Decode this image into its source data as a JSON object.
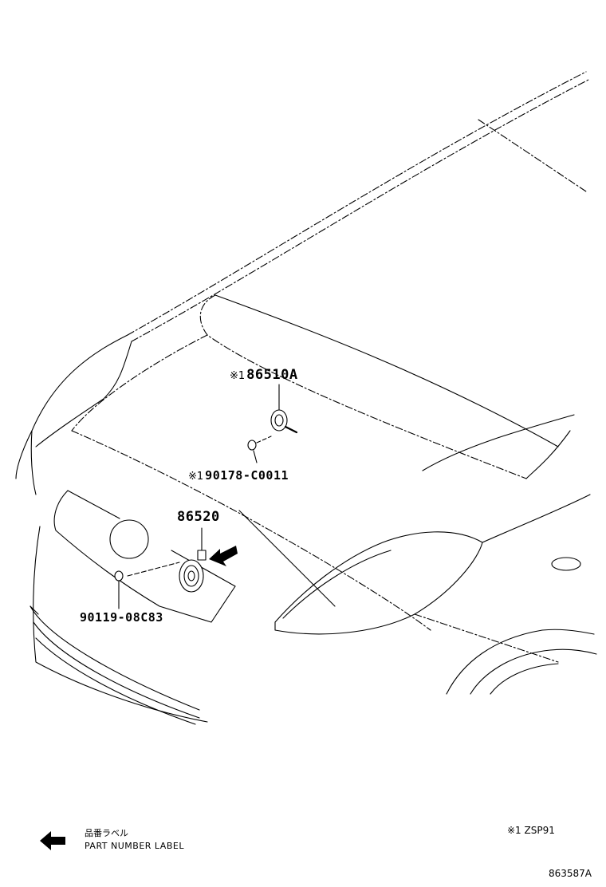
{
  "callouts": {
    "horn_high": {
      "mark": "※1",
      "number": "86510A"
    },
    "horn_high_bolt": {
      "mark": "※1",
      "number": "90178-C0011"
    },
    "horn_low": {
      "number": "86520"
    },
    "horn_low_bolt": {
      "number": "90119-08C83"
    }
  },
  "legend": {
    "label_jp": "品番ラベル",
    "label_en": "PART NUMBER LABEL",
    "icon": "arrow-left-icon"
  },
  "footnote": {
    "mark": "※1",
    "text": "ZSP91"
  },
  "illustration_id": "863587A"
}
